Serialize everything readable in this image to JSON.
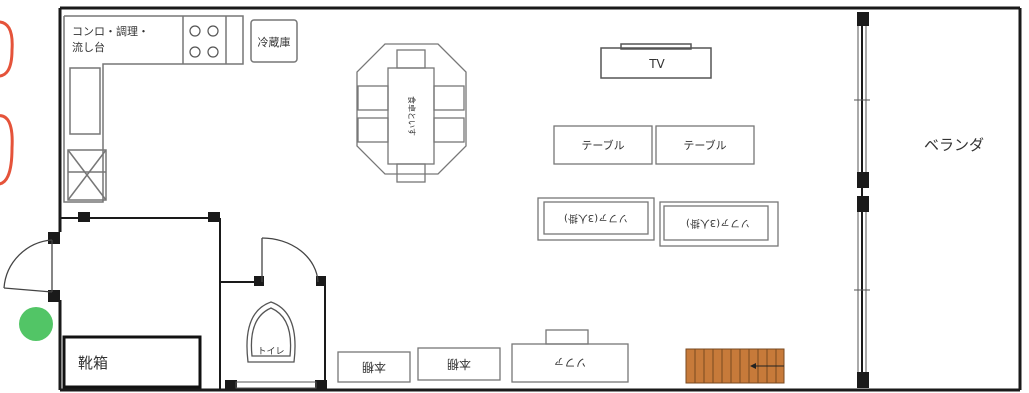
{
  "labels": {
    "kitchen": "コンロ・調理・\n流し台",
    "fridge": "冷蔵庫",
    "dining": "食卓といす",
    "tv": "TV",
    "table_left": "テーブル",
    "table_right": "テーブル",
    "sofa_left": "ソファ(3人掛)",
    "sofa_right": "ソファ(3人掛)",
    "veranda": "ベランダ",
    "shoe_box": "靴箱",
    "toilet": "トイレ",
    "bookshelf_left": "本棚",
    "bookshelf_right": "本棚",
    "sofa_bottom": "ソファ"
  },
  "colors": {
    "wall": "#1a1a1a",
    "furniture_outline": "#777777",
    "stair_fill": "#c77a3a",
    "door_mat": "#e5533a",
    "plant": "#3fbf55"
  }
}
